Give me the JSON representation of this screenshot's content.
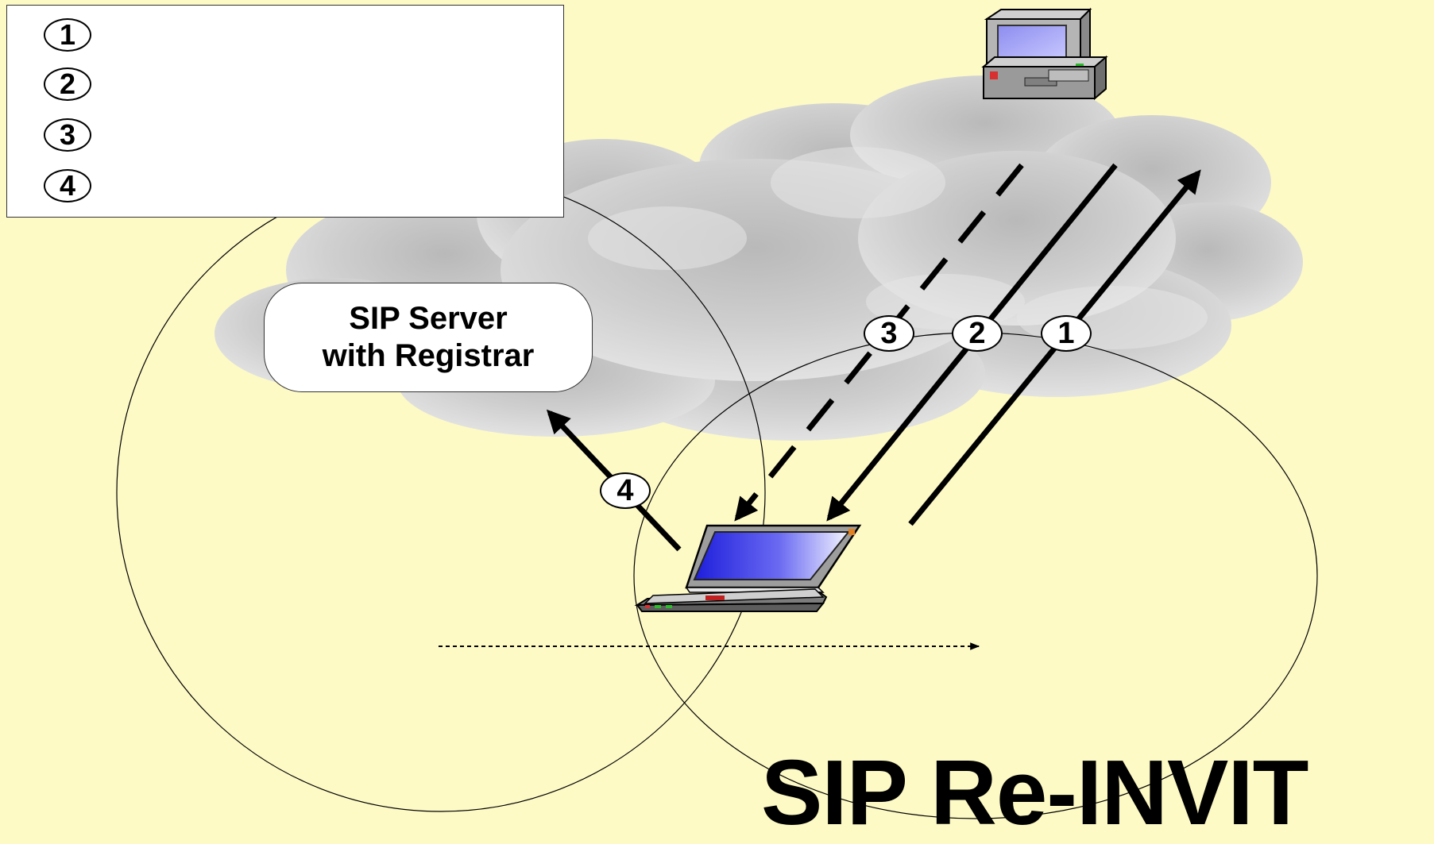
{
  "legend": {
    "items": [
      {
        "num": "1",
        "text": ""
      },
      {
        "num": "2",
        "text": ""
      },
      {
        "num": "3",
        "text": ""
      },
      {
        "num": "4",
        "text": ""
      }
    ]
  },
  "server": {
    "line1": "SIP Server",
    "line2": "with Registrar"
  },
  "steps": {
    "s1": "1",
    "s2": "2",
    "s3": "3",
    "s4": "4"
  },
  "title": "SIP Re-INVIT",
  "colors": {
    "background": "#fdfac6",
    "cloud": "#d3d3d3",
    "line": "#000000"
  }
}
